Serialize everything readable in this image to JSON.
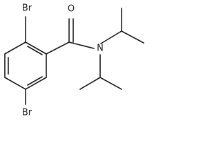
{
  "molecule": {
    "labels": {
      "br_top": "Br",
      "br_bottom": "Br",
      "oxygen": "O",
      "nitrogen": "N"
    }
  }
}
